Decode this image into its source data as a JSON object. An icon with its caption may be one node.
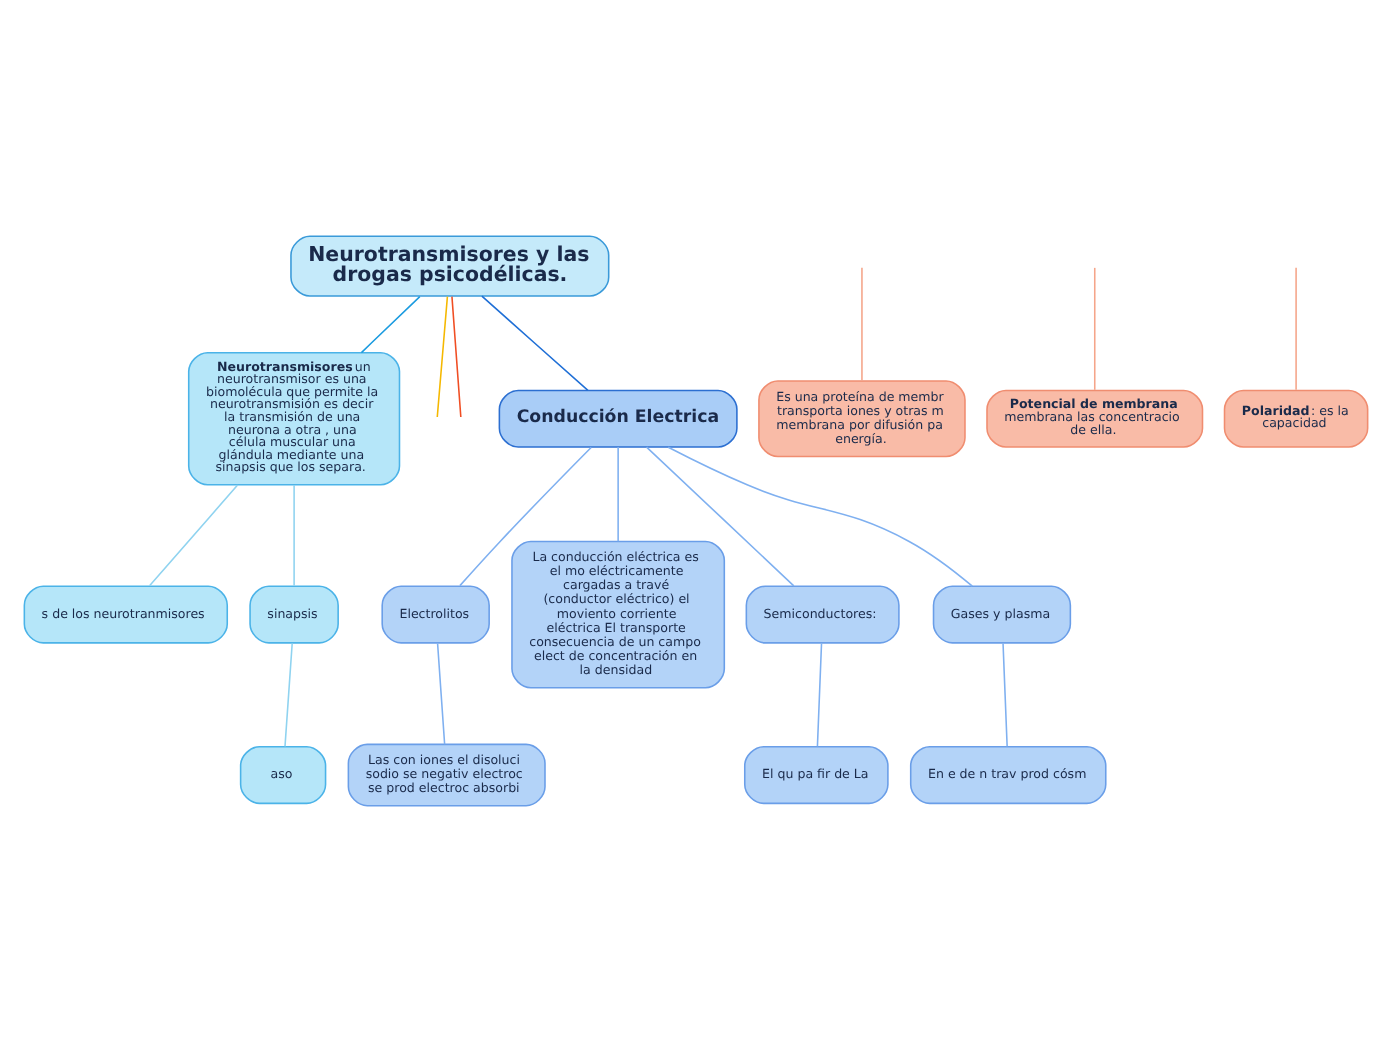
{
  "diagram": {
    "nodes": [
      {
        "text": [
          "Neurotransmisores y las drogas psicodélicas."
        ]
      },
      {
        "text": [
          "Conducción Electrica"
        ]
      },
      {
        "text": [
          "Electrolitos"
        ]
      },
      {
        "text": [
          "Las con iones el disoluci sodio se negativ electroc se prod electroc absorbi"
        ]
      },
      {
        "text": [
          "La conducción eléctrica es el mo eléctricamente cargadas a travé (conductor eléctrico) el moviento corriente eléctrica El transporte consecuencia de un campo elect de concentración en la densidad"
        ]
      },
      {
        "text": [
          "Semiconductores:"
        ]
      },
      {
        "text": [
          "El qu pa fir de La"
        ]
      },
      {
        "text": [
          "Gases y plasma"
        ]
      },
      {
        "text": [
          "En e de n trav prod cósm"
        ]
      },
      {
        "text": [
          "**Neurotransmisores** un neurotransmisor es una biomolécula que permite la neurotransmisión es decir la transmisión de una neurona a otra , una célula muscular una glándula mediante una sinapsis que los separa."
        ]
      },
      {
        "text": [
          "s de los neurotranmisores"
        ]
      },
      {
        "text": [
          "sinapsis"
        ]
      },
      {
        "text": [
          "aso"
        ]
      },
      {
        "text": [
          "Es una proteína de membr transporta iones y otras m membrana por difusión pa energía."
        ]
      },
      {
        "text": [
          "**Potencial de membrana** membrana las concentracio de ella."
        ]
      },
      {
        "text": [
          "**Polaridad**: es la capacidad"
        ]
      }
    ],
    "edges": [
      {
        "from": 0,
        "to": 9,
        "arrow": "none",
        "color": "#1a9be0"
      },
      {
        "from": 9,
        "to": 10,
        "arrow": "none",
        "color": "#8fd3f0"
      },
      {
        "from": 9,
        "to": 11,
        "arrow": "none",
        "color": "#8fd3f0"
      },
      {
        "from": 11,
        "to": 12,
        "arrow": "none",
        "color": "#8fd3f0"
      },
      {
        "from": 0,
        "to": null,
        "arrow": "none",
        "color": "#f5b800"
      },
      {
        "from": 0,
        "to": null,
        "arrow": "none",
        "color": "#f04e23"
      },
      {
        "from": null,
        "to": 13,
        "arrow": "none",
        "color": "#f5a58a"
      },
      {
        "from": null,
        "to": 14,
        "arrow": "none",
        "color": "#f5a58a"
      },
      {
        "from": null,
        "to": 15,
        "arrow": "none",
        "color": "#f5a58a"
      },
      {
        "from": 0,
        "to": 1,
        "arrow": "none",
        "color": "#1f6fd6"
      },
      {
        "from": 1,
        "to": 2,
        "arrow": "none",
        "color": "#7fb0f0"
      },
      {
        "from": 2,
        "to": 3,
        "arrow": "none",
        "color": "#7fb0f0"
      },
      {
        "from": 1,
        "to": 4,
        "arrow": "none",
        "color": "#7fb0f0"
      },
      {
        "from": 1,
        "to": 5,
        "arrow": "none",
        "color": "#7fb0f0"
      },
      {
        "from": 5,
        "to": 6,
        "arrow": "none",
        "color": "#7fb0f0"
      },
      {
        "from": 1,
        "to": 7,
        "arrow": "none",
        "color": "#7fb0f0"
      },
      {
        "from": 7,
        "to": 8,
        "arrow": "none",
        "color": "#7fb0f0"
      }
    ]
  }
}
